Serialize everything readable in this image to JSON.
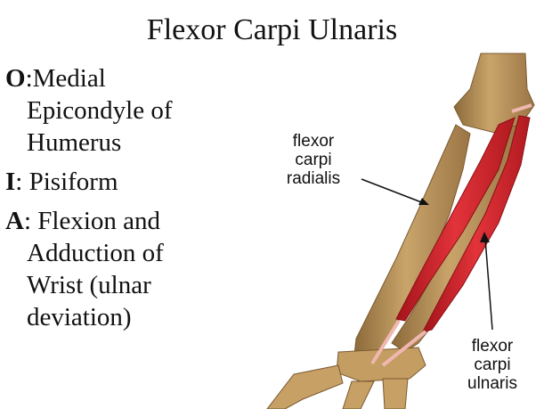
{
  "slide": {
    "title": "Flexor Carpi Ulnaris",
    "bullets": [
      {
        "key": "O",
        "separator": ":",
        "lines": [
          "Medial",
          "Epicondyle of",
          "Humerus"
        ]
      },
      {
        "key": "I",
        "separator": ": ",
        "lines": [
          "Pisiform"
        ]
      },
      {
        "key": "A",
        "separator": ": ",
        "lines": [
          "Flexion and",
          "Adduction of",
          "Wrist (ulnar",
          "deviation)"
        ]
      }
    ]
  },
  "illustration": {
    "labels": {
      "flexor_carpi_radialis": [
        "flexor",
        "carpi",
        "radialis"
      ],
      "flexor_carpi_ulnaris": [
        "flexor",
        "carpi",
        "ulnaris"
      ]
    },
    "colors": {
      "bone": "#c9a46a",
      "bone_shadow": "#8c6a3a",
      "muscle": "#d9252a",
      "muscle_dark": "#a3141a",
      "tendon": "#f0b7b0"
    }
  }
}
